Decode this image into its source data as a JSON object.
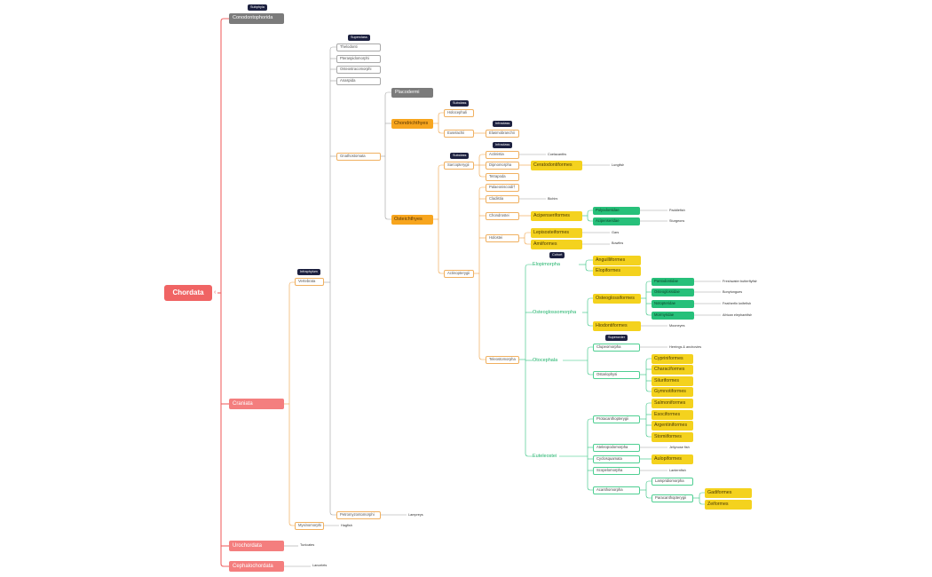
{
  "labels": {
    "chordata": "Chordata",
    "conodontophorida": "Conodontophorida",
    "craniata": "Craniata",
    "urochordata": "Urochordata",
    "cephalochordata": "Cephalochordata",
    "vertebrata": "Vertebrata",
    "myxinomorphi": "Myxinomorphi",
    "thelodonti": "Thelodonti",
    "pteraspidomorphi": "Pteraspidomorphi",
    "osteostracomorphi": "Osteostracomorphi",
    "anaspida": "Anaspida",
    "gnathostomata": "Gnathostomata",
    "petromyzontomorphi": "Petromyzontomorphi",
    "placodermi": "Placodermi",
    "chondrichthyes": "Chondrichthyes",
    "osteichthyes": "Osteichthyes",
    "holocephali": "Holocephali",
    "euselachii": "Euselachii",
    "elasmobranchii": "Elasmobranchii",
    "sarcopterygii": "Sarcopterygii",
    "actinopterygii": "Actinopterygii",
    "actinistia": "Actinistia",
    "dipnomorpha": "Dipnomorpha",
    "tetrapoda": "Tetrapoda",
    "ceratodontiformes": "Ceratodontiformes",
    "palaeoniscoidi": "Palaeoniscoidi†",
    "cladistia": "Cladistia",
    "chondrostei": "Chondrostei",
    "holostei": "Holostei",
    "teleostomorpha": "Teleostomorpha",
    "acipenseriformes": "Acipenseriformes",
    "polyodontidae": "Polyodontidae",
    "acipenseridae": "Acipenseridae",
    "lepisosteiformes": "Lepisosteiformes",
    "amiiformes": "Amiiformes",
    "elopimorpha": "Elopimorpha",
    "osteoglossomorpha": "Osteoglossomorpha",
    "otocephala": "Otocephala",
    "euteleostei": "Euteleostei",
    "anguilliformes": "Anguilliformes",
    "elopiformes": "Elopiformes",
    "osteoglossiformes": "Osteoglossiformes",
    "hiodontiformes": "Hiodontiformes",
    "pantodontidae": "Pantodontidae",
    "osteoglossidae": "Osteoglossidae",
    "notopteridae": "Notopteridae",
    "mormyridae": "Mormyridae",
    "clupeomorpha": "Clupeomorpha",
    "ostariophysi": "Ostariophysi",
    "cypriniformes": "Cypriniformes",
    "characiformes": "Characiformes",
    "siluriformes": "Siluriformes",
    "gymnotiformes": "Gymnotiformes",
    "protacanthopterygii": "Protacanthopterygii",
    "ateleopodomorpha": "Ateleopodomorpha",
    "cyclosquamata": "Cyclosquamata",
    "scopelomorpha": "Scopelomorpha",
    "acanthomorpha": "Acanthomorpha",
    "salmoniformes": "Salmoniformes",
    "esociformes": "Esociformes",
    "argentiniformes": "Argentiniformes",
    "stomiiformes": "Stomiiformes",
    "aulopiformes": "Aulopiformes",
    "lampridiomorpha": "Lampridiomorpha",
    "paracanthopterygii": "Paracanthopterygii",
    "gadiformes": "Gadiformes",
    "zeiformes": "Zeiformes",
    "coelacanths": "Coelacanths",
    "lungfish": "Lungfish",
    "bichirs": "Bichirs",
    "paddlefish": "Paddlefish",
    "sturgeons": "Sturgeons",
    "gars": "Gars",
    "bowfins": "Bowfins",
    "freshwater_butterflyfish": "Freshwater butterflyfish",
    "bonytongues": "Bonytongues",
    "featherfin_knifefish": "Featherfin knifefish",
    "african_elephantfish": "African elephantfish",
    "mooneyes": "Mooneyes",
    "herrings": "Herrings & anchovies",
    "jellynose": "Jellynose fish",
    "lanternfish": "Lanternfish",
    "lampreys": "Lampreys",
    "hagfish": "Hagfish",
    "tunicates": "Tunicates",
    "lancelets": "Lancelets"
  },
  "tags": {
    "subphyla": "Subphyla",
    "superclass": "Superclass",
    "subclass": "Subclass",
    "infraclass": "Infraclass",
    "infraphylum": "Infraphylum",
    "cohort": "Cohort",
    "superorder": "Superorder"
  },
  "colors": {
    "red": "#f06464",
    "grey": "#a0a0a0",
    "orange": "#f0a040",
    "green": "#2ec27e"
  }
}
